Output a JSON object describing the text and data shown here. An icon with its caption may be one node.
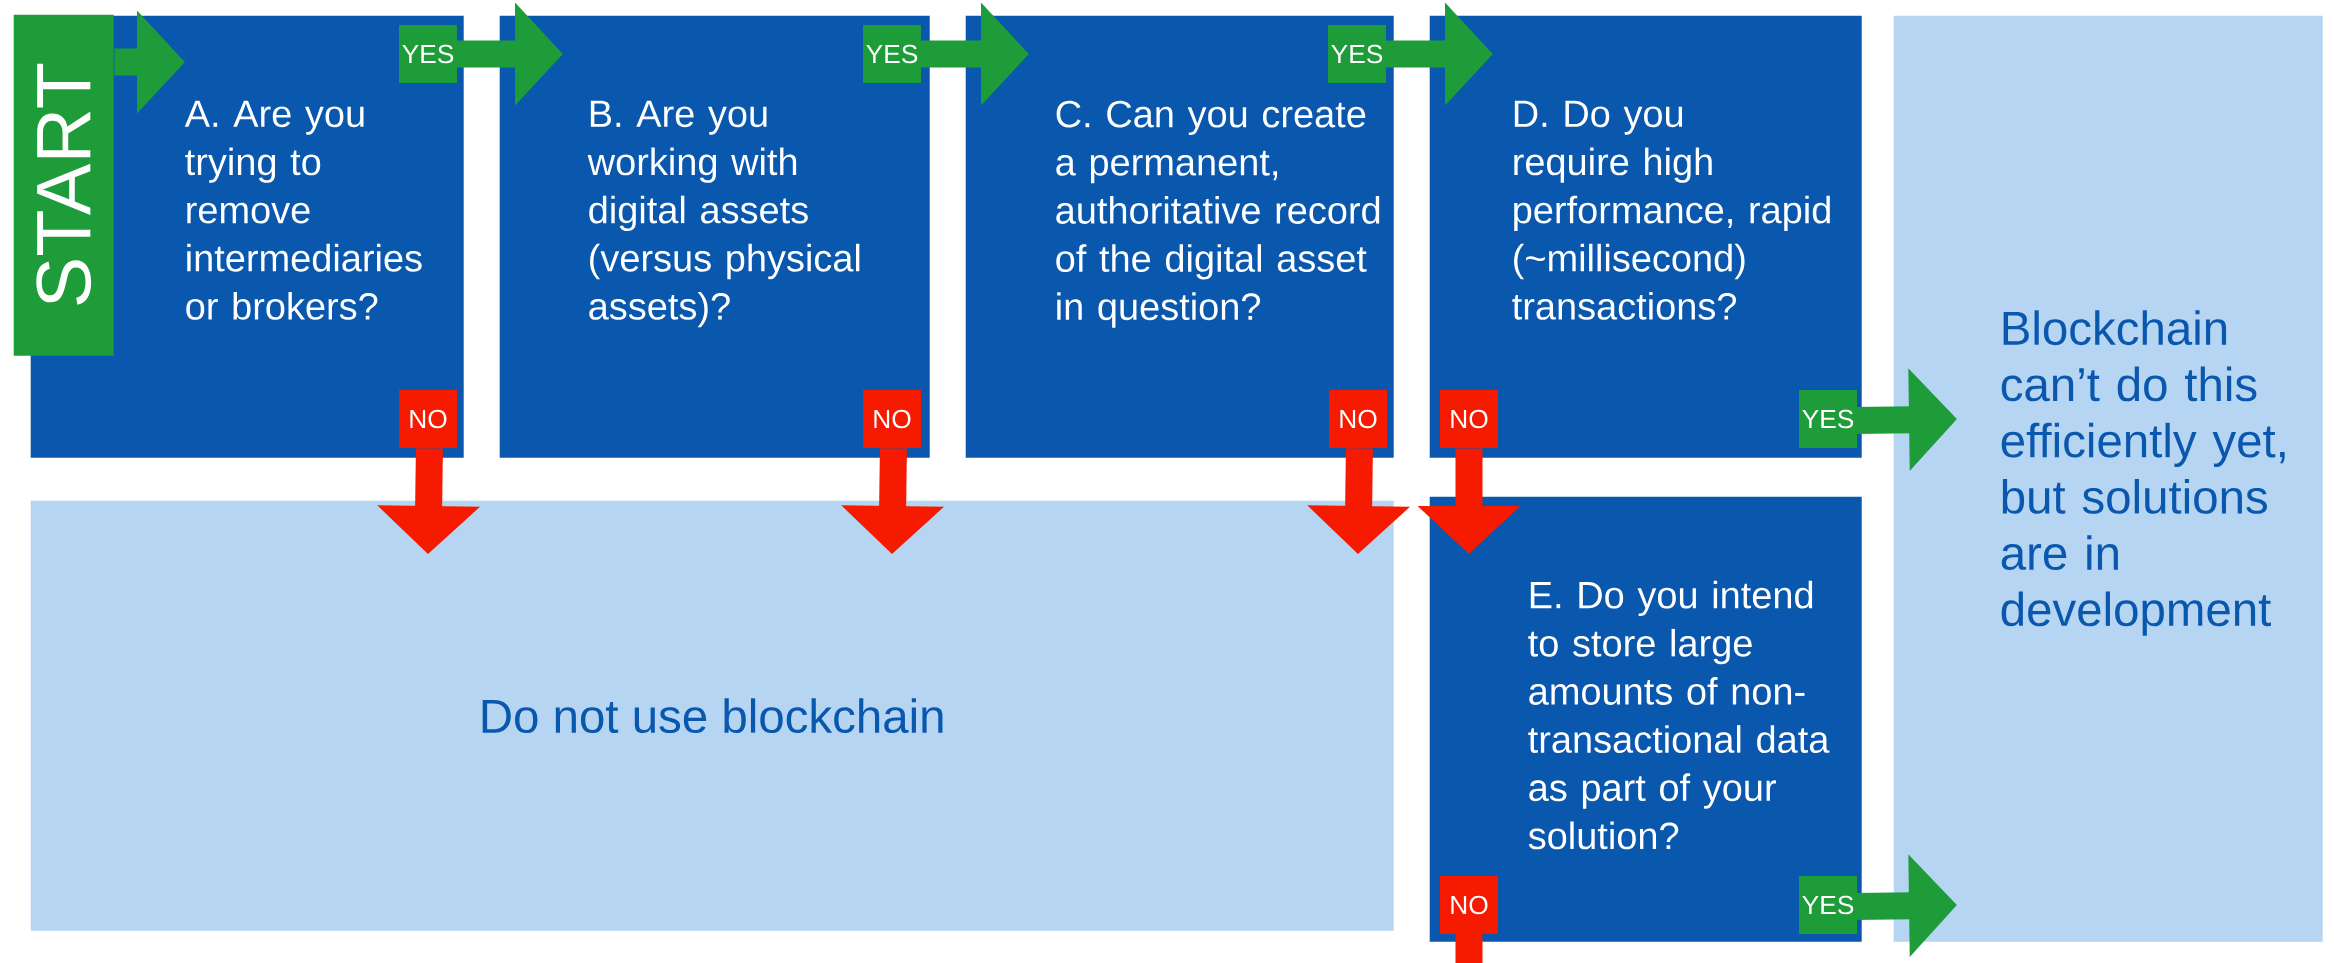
{
  "diagram": {
    "nodes": [
      {
        "text": [
          "START"
        ]
      },
      {
        "text": [
          "A. Are you trying to remove intermediaries or brokers?"
        ]
      },
      {
        "text": [
          "B. Are you working with digital assets (versus physical assets)?"
        ]
      },
      {
        "text": [
          "C. Can you create a permanent, authoritative record of the digital asset in question?"
        ]
      },
      {
        "text": [
          "D. Do you require high performance, rapid (~millisecond) transactions?"
        ]
      },
      {
        "text": [
          "Blockchain can’t do this efficiently yet, but solutions are in development"
        ]
      },
      {
        "text": [
          "Do not use blockchain"
        ]
      },
      {
        "text": [
          "E. Do you intend to store large amounts of non-transactional data as part of your solution?"
        ]
      }
    ],
    "edges": [
      {
        "from": 0,
        "to": 1,
        "arrow": "to"
      },
      {
        "from": 1,
        "to": 2,
        "arrow": "to",
        "label": "YES"
      },
      {
        "from": 2,
        "to": 3,
        "arrow": "to",
        "label": "YES"
      },
      {
        "from": 3,
        "to": 4,
        "arrow": "to",
        "label": "YES"
      },
      {
        "from": 4,
        "to": 5,
        "arrow": "to",
        "label": "YES"
      },
      {
        "from": 1,
        "to": 6,
        "arrow": "to",
        "label": "NO",
        "color": "#f51a00"
      },
      {
        "from": 2,
        "to": 6,
        "arrow": "to",
        "label": "NO",
        "color": "#f51a00"
      },
      {
        "from": 3,
        "to": 6,
        "arrow": "to",
        "label": "NO",
        "color": "#f51a00"
      },
      {
        "from": 4,
        "to": 7,
        "arrow": "to",
        "label": "NO",
        "color": "#f51a00"
      },
      {
        "from": 7,
        "to": 5,
        "arrow": "to",
        "label": "YES"
      },
      {
        "from": 7,
        "to": null,
        "arrow": "none",
        "label": "NO",
        "color": "#f51a00"
      }
    ]
  }
}
